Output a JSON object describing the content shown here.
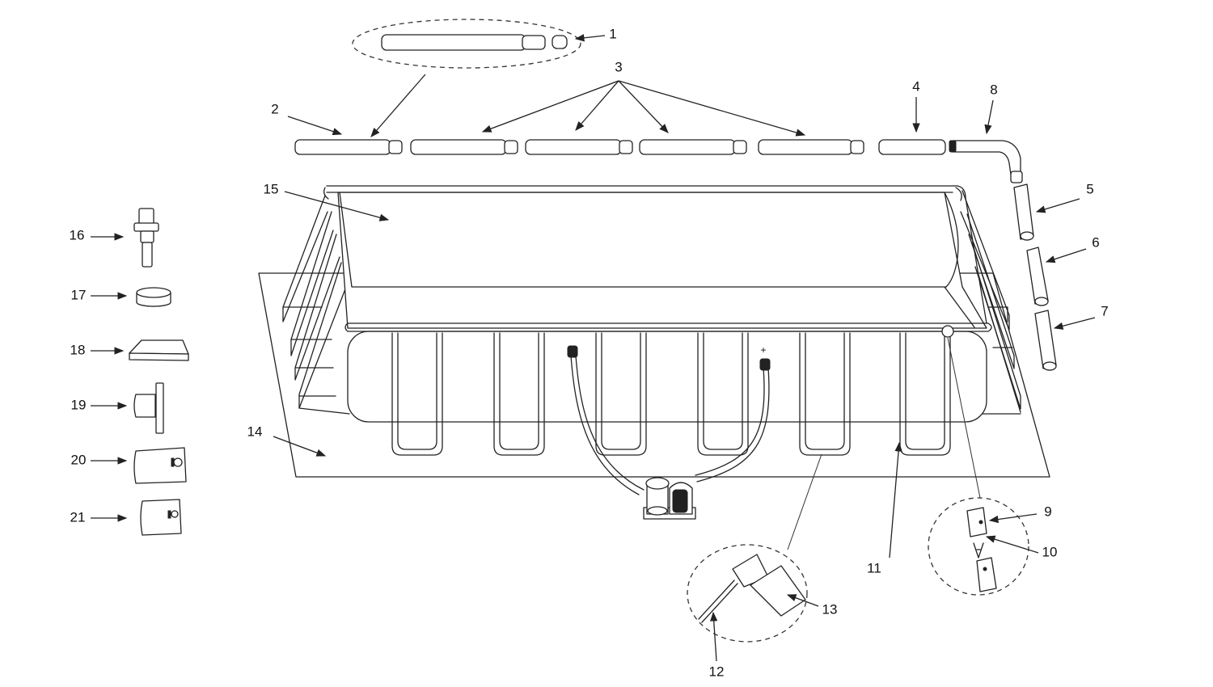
{
  "diagram": {
    "part_labels": [
      "1",
      "2",
      "3",
      "4",
      "5",
      "6",
      "7",
      "8",
      "9",
      "10",
      "11",
      "12",
      "13",
      "14",
      "15",
      "16",
      "17",
      "18",
      "19",
      "20",
      "21"
    ],
    "pump_marker": "+"
  },
  "colors": {
    "line": "#222222",
    "background": "#ffffff"
  }
}
